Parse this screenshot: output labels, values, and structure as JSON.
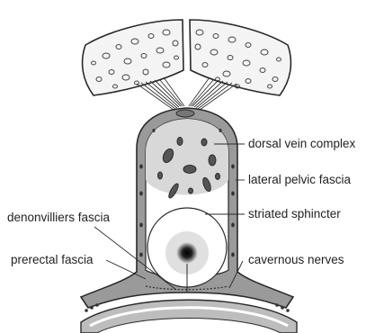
{
  "labels": {
    "dorsal_vein_complex": "dorsal vein complex",
    "lateral_pelvic_fascia": "lateral pelvic fascia",
    "striated_sphincter": "striated sphincter",
    "denonvilliers_fascia": "denonvilliers fascia",
    "prerectal_fascia": "prerectal fascia",
    "cavernous_nerves": "cavernous nerves"
  },
  "colors": {
    "outline": "#2a2a2a",
    "fascia_fill": "#9a9a9a",
    "bone_fill": "#f4f4f4",
    "urethra_halo": "#d2d2d2",
    "text": "#222222"
  }
}
